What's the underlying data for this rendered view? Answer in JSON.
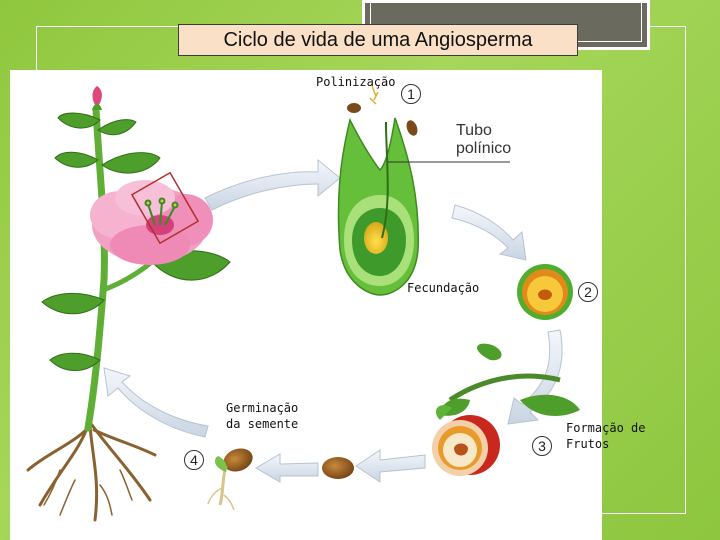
{
  "title": "Ciclo de vida de uma Angiosperma",
  "labels": {
    "polinizacao": "Polinização",
    "tubo_polinico": "Tubo\npolínico",
    "fecundacao": "Fecundação",
    "formacao_frutos": "Formação de\nFrutos",
    "germinacao": "Germinação\nda semente"
  },
  "stage_numbers": {
    "one": "1",
    "two": "2",
    "three": "3",
    "four": "4"
  },
  "colors": {
    "background_green": "#8fc73e",
    "title_fill": "#f9e0c6",
    "arrow_fill": "#dde6f0",
    "leaf_green": "#4e9e2c",
    "flower_pink": "#f2a0c4"
  }
}
